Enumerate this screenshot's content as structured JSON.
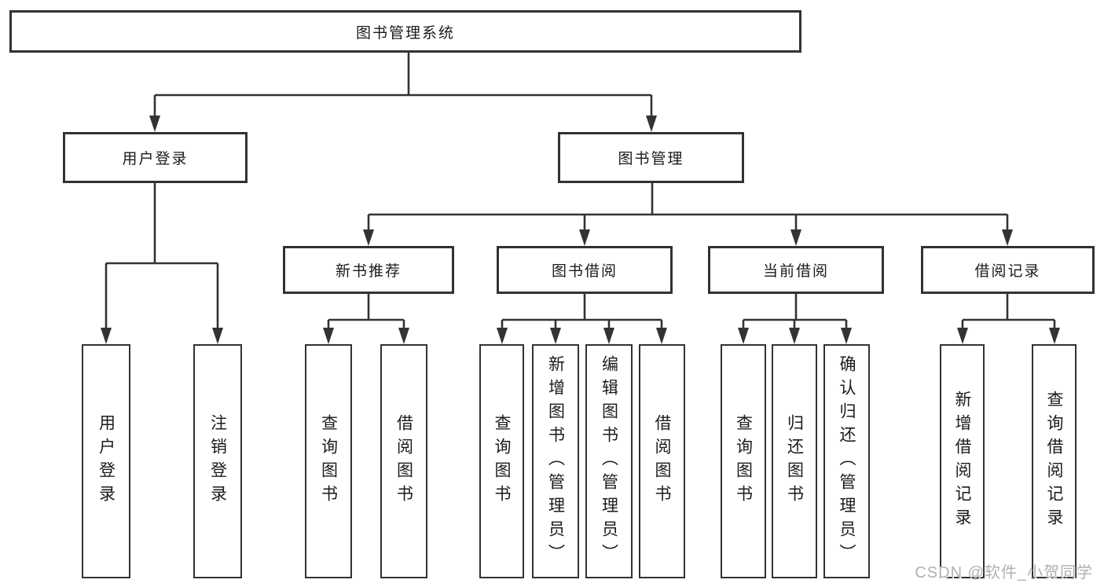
{
  "diagram": {
    "title_node": "图书管理系统",
    "level2": [
      {
        "label": "用户登录"
      },
      {
        "label": "图书管理"
      }
    ],
    "level3": [
      {
        "label": "新书推荐"
      },
      {
        "label": "图书借阅"
      },
      {
        "label": "当前借阅"
      },
      {
        "label": "借阅记录"
      }
    ],
    "leaves": [
      {
        "label": "用户登录",
        "parent": "用户登录"
      },
      {
        "label": "注销登录",
        "parent": "用户登录"
      },
      {
        "label": "查询图书",
        "parent": "新书推荐"
      },
      {
        "label": "借阅图书",
        "parent": "新书推荐"
      },
      {
        "label": "查询图书",
        "parent": "图书借阅"
      },
      {
        "label": "新增图书（管理员）",
        "parent": "图书借阅"
      },
      {
        "label": "编辑图书（管理员）",
        "parent": "图书借阅"
      },
      {
        "label": "借阅图书",
        "parent": "图书借阅"
      },
      {
        "label": "查询图书",
        "parent": "当前借阅"
      },
      {
        "label": "归还图书",
        "parent": "当前借阅"
      },
      {
        "label": "确认归还（管理员）",
        "parent": "当前借阅"
      },
      {
        "label": "新增借阅记录",
        "parent": "借阅记录"
      },
      {
        "label": "查询借阅记录",
        "parent": "借阅记录"
      }
    ]
  },
  "watermark": {
    "text": "CSDN @软件_小贺同学"
  },
  "colors": {
    "line": "#333333",
    "box_border": "#323232",
    "box_fill": "#ffffff",
    "text": "#1b1b1b",
    "watermark": "#b3b0b0",
    "background": "#ffffff"
  }
}
